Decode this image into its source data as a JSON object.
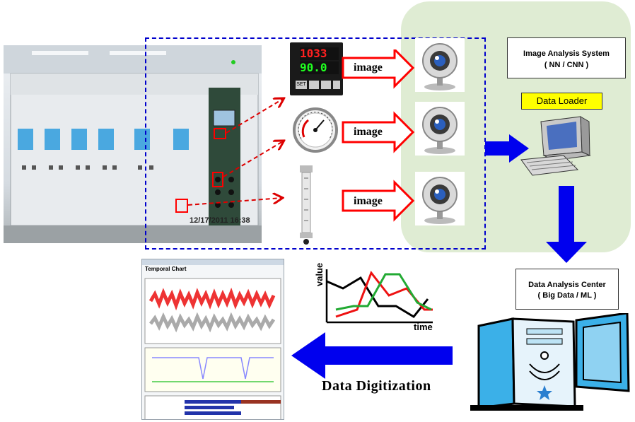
{
  "photo": {
    "timestamp": "12/17/2011 16:38"
  },
  "gauges": {
    "controller": {
      "pv": "1033",
      "sv": "90.0",
      "buttons": [
        "SET",
        "",
        "",
        ""
      ]
    }
  },
  "arrows": {
    "image_label": "image"
  },
  "analysis_system": {
    "line1": "Image Analysis System",
    "line2": "( NN / CNN )"
  },
  "data_loader": {
    "label": "Data Loader"
  },
  "data_center": {
    "line1": "Data Analysis Center",
    "line2": "( Big Data / ML )"
  },
  "sketch_chart": {
    "ylabel": "value",
    "xlabel": "time"
  },
  "screenshot": {
    "title": "Temporal Chart"
  },
  "digitization": {
    "label": "Data Digitization"
  },
  "colors": {
    "dashed": "#0000cc",
    "arrow_blue": "#0000ee",
    "arrow_red": "#dd0000",
    "panel": "#dfecd3",
    "loader": "#ffff00"
  }
}
